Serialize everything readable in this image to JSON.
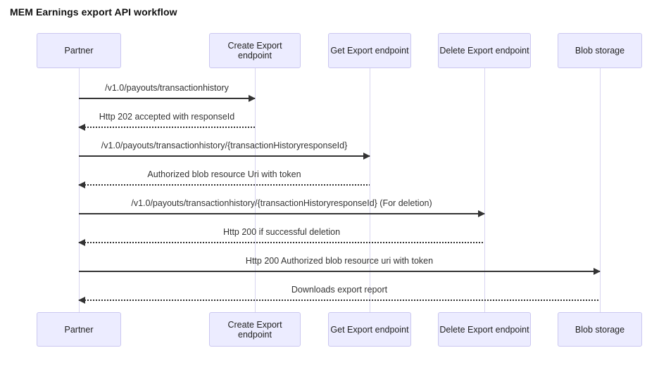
{
  "title": "MEM Earnings export API workflow",
  "diagram": {
    "type": "sequence-diagram",
    "actors": [
      {
        "label": "Partner"
      },
      {
        "label": "Create Export endpoint"
      },
      {
        "label": "Get Export endpoint"
      },
      {
        "label": "Delete Export endpoint"
      },
      {
        "label": "Blob storage"
      }
    ],
    "messages": [
      {
        "from": "Partner",
        "to": "Create Export endpoint",
        "style": "solid",
        "text": "/v1.0/payouts/transactionhistory"
      },
      {
        "from": "Create Export endpoint",
        "to": "Partner",
        "style": "dotted",
        "text": "Http 202 accepted with responseId"
      },
      {
        "from": "Partner",
        "to": "Get Export endpoint",
        "style": "solid",
        "text": "/v1.0/payouts/transactionhistory/{transactionHistoryresponseId}"
      },
      {
        "from": "Get Export endpoint",
        "to": "Partner",
        "style": "dotted",
        "text": "Authorized blob resource Uri with token"
      },
      {
        "from": "Partner",
        "to": "Delete Export endpoint",
        "style": "solid",
        "text": "/v1.0/payouts/transactionhistory/{transactionHistoryresponseId} (For deletion)"
      },
      {
        "from": "Delete Export endpoint",
        "to": "Partner",
        "style": "dotted",
        "text": "Http 200 if successful deletion"
      },
      {
        "from": "Partner",
        "to": "Blob storage",
        "style": "solid",
        "text": "Http 200 Authorized blob resource uri with token"
      },
      {
        "from": "Blob storage",
        "to": "Partner",
        "style": "dotted",
        "text": "Downloads export report"
      }
    ],
    "colors": {
      "actor_fill": "#ECECFF",
      "actor_border": "#CBC7F0",
      "lifeline": "#D8D5F0",
      "arrow": "#333333",
      "text": "#333333"
    }
  }
}
